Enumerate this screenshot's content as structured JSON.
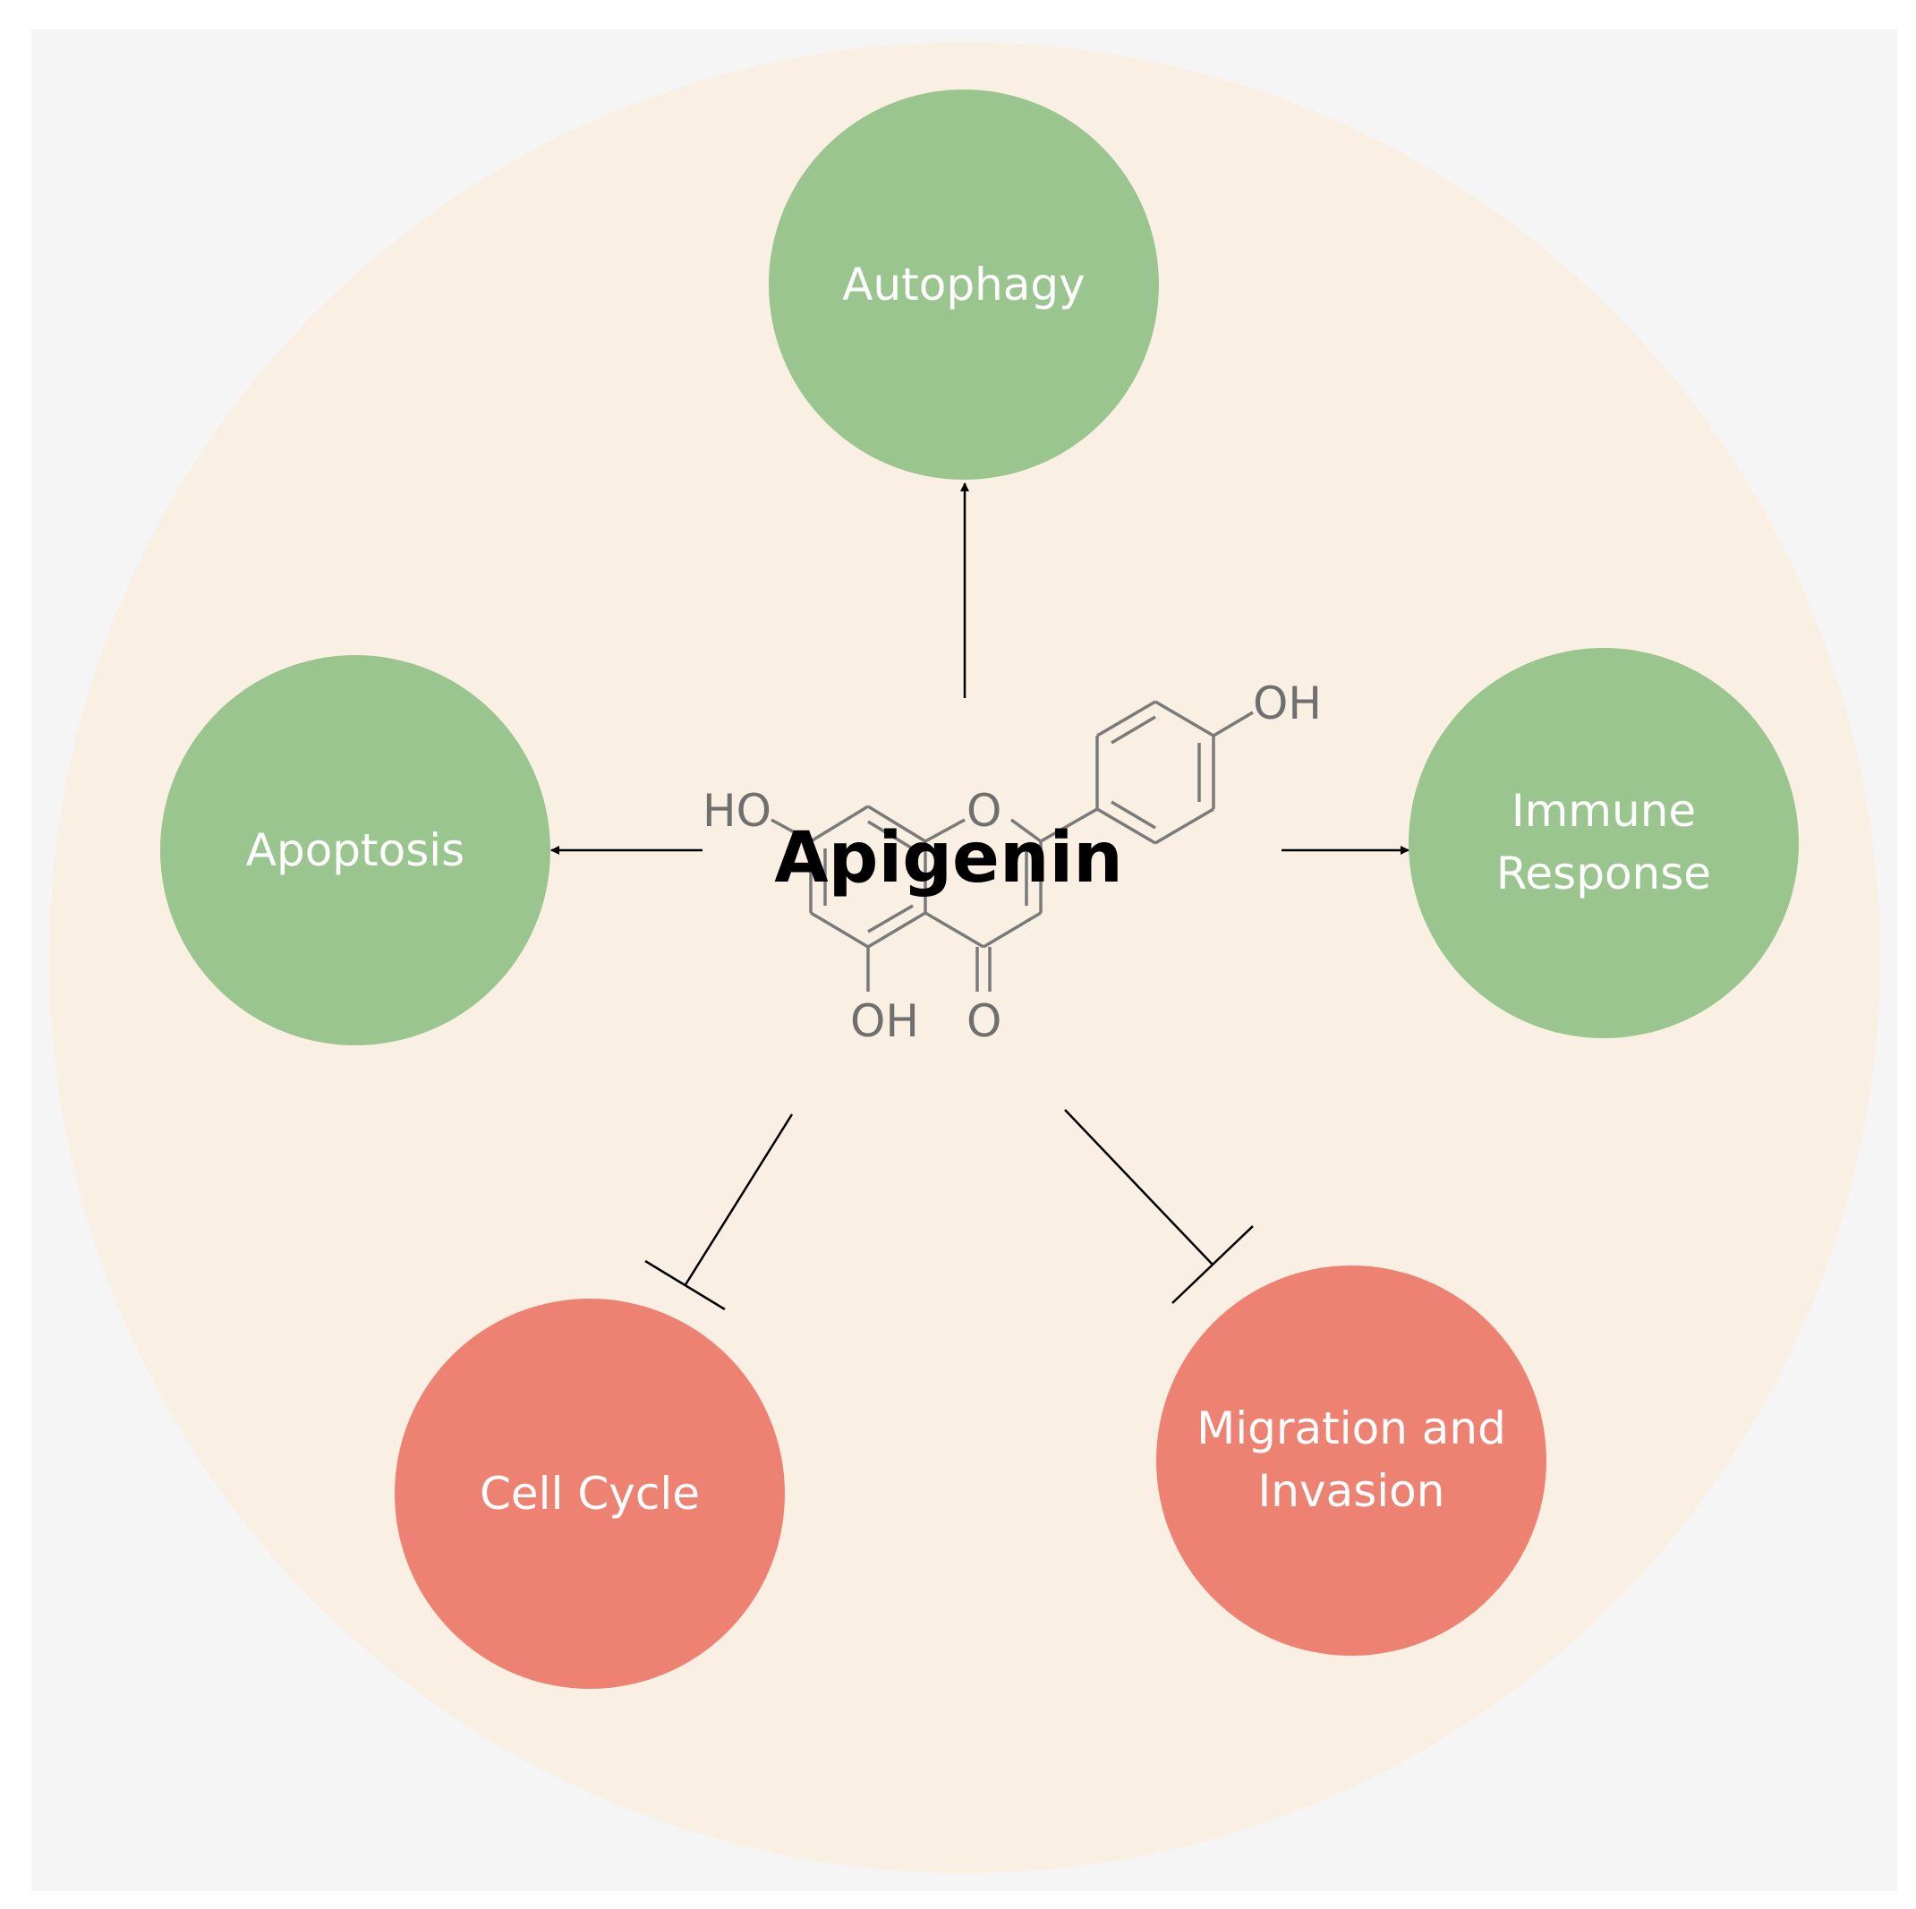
{
  "center": {
    "label": "Apigenin",
    "structure_labels": [
      "OH",
      "HO",
      "O",
      "OH",
      "O"
    ]
  },
  "nodes": [
    {
      "id": "autophagy",
      "label": [
        "Autophagy"
      ],
      "effect": "promotes",
      "color": "#9bc58f"
    },
    {
      "id": "apoptosis",
      "label": [
        "Apoptosis"
      ],
      "effect": "promotes",
      "color": "#9bc58f"
    },
    {
      "id": "immune-response",
      "label": [
        "Immune",
        "Response"
      ],
      "effect": "promotes",
      "color": "#9bc58f"
    },
    {
      "id": "cell-cycle",
      "label": [
        "Cell Cycle"
      ],
      "effect": "inhibits",
      "color": "#ed8273"
    },
    {
      "id": "migration-invasion",
      "label": [
        "Migration and",
        "Invasion"
      ],
      "effect": "inhibits",
      "color": "#ed8273"
    }
  ],
  "colors": {
    "page_background": "#f5f5f5",
    "outer_circle": "#f9efe2",
    "promote": "#9bc58f",
    "inhibit": "#ed8273",
    "arrow": "#000000"
  }
}
